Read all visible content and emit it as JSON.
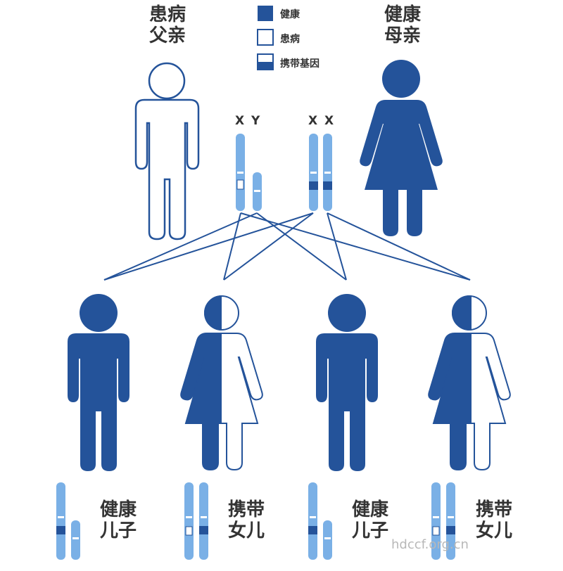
{
  "labels": {
    "father_line1": "患病",
    "father_line2": "父亲",
    "mother_line1": "健康",
    "mother_line2": "母亲",
    "child1_line1": "健康",
    "child1_line2": "儿子",
    "child2_line1": "携带",
    "child2_line2": "女儿",
    "child3_line1": "健康",
    "child3_line2": "儿子",
    "child4_line1": "携带",
    "child4_line2": "女儿"
  },
  "legend": {
    "healthy": "健康",
    "affected": "患病",
    "carrier": "携带基因"
  },
  "chromosome_labels": {
    "father": "X Y",
    "mother": "X X"
  },
  "watermark": "hdccf.org.cn",
  "colors": {
    "dark_blue": "#24539a",
    "light_blue": "#7ab0e6",
    "text": "#333333"
  }
}
